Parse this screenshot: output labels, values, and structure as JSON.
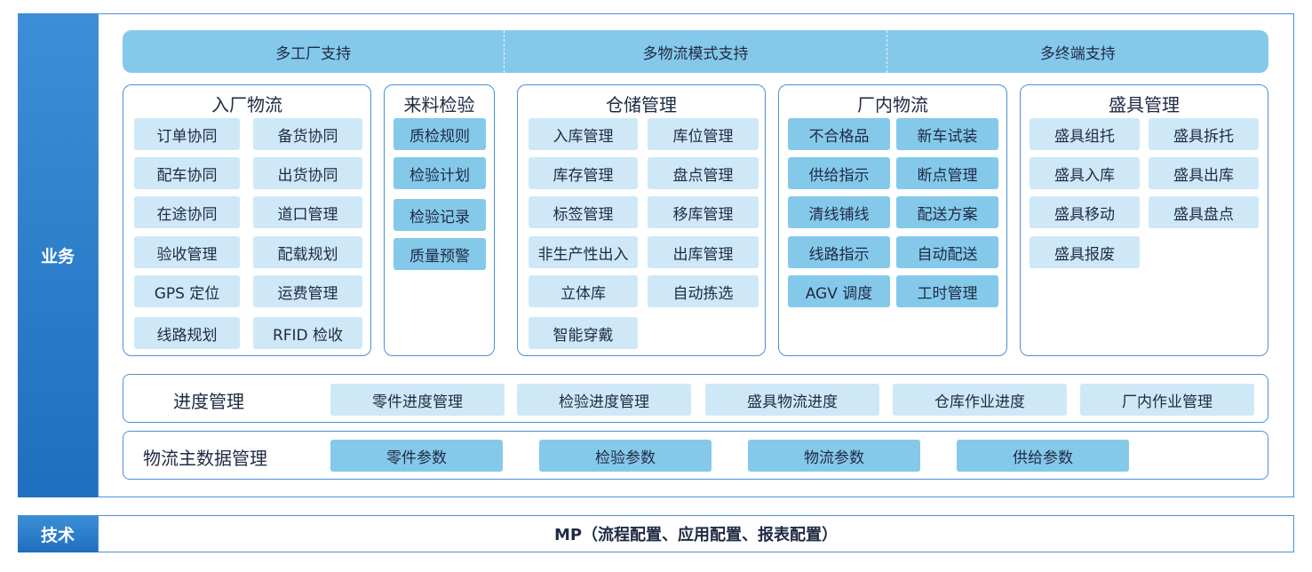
{
  "side_labels": {
    "business": "业务",
    "tech": "技术"
  },
  "support": [
    "多工厂支持",
    "多物流模式支持",
    "多终端支持"
  ],
  "inbound": {
    "title": "入厂物流",
    "items": [
      "订单协同",
      "备货协同",
      "配车协同",
      "出货协同",
      "在途协同",
      "道口管理",
      "验收管理",
      "配载规划",
      "GPS 定位",
      "运费管理",
      "线路规划",
      "RFID 检收"
    ]
  },
  "inspection": {
    "title": "来料检验",
    "items": [
      "质检规则",
      "检验计划",
      "检验记录",
      "质量预警"
    ]
  },
  "warehouse": {
    "title": "仓储管理",
    "items": [
      "入库管理",
      "库位管理",
      "库存管理",
      "盘点管理",
      "标签管理",
      "移库管理",
      "非生产性出入",
      "出库管理",
      "立体库",
      "自动拣选",
      "智能穿戴"
    ]
  },
  "inplant": {
    "title": "厂内物流",
    "items": [
      "不合格品",
      "新车试装",
      "供给指示",
      "断点管理",
      "清线铺线",
      "配送方案",
      "线路指示",
      "自动配送",
      "AGV 调度",
      "工时管理"
    ]
  },
  "container": {
    "title": "盛具管理",
    "items": [
      "盛具组托",
      "盛具拆托",
      "盛具入库",
      "盛具出库",
      "盛具移动",
      "盛具盘点",
      "盛具报废"
    ]
  },
  "progress": {
    "title": "进度管理",
    "items": [
      "零件进度管理",
      "检验进度管理",
      "盛具物流进度",
      "仓库作业进度",
      "厂内作业管理"
    ]
  },
  "master_data": {
    "title": "物流主数据管理",
    "items": [
      "零件参数",
      "检验参数",
      "物流参数",
      "供给参数"
    ]
  },
  "tech_text": "MP（流程配置、应用配置、报表配置）",
  "colors": {
    "accent": "#1e6fbf",
    "border": "#4a90d9",
    "pill_light": "#cfe8f7",
    "pill_mid": "#85c9ea"
  }
}
